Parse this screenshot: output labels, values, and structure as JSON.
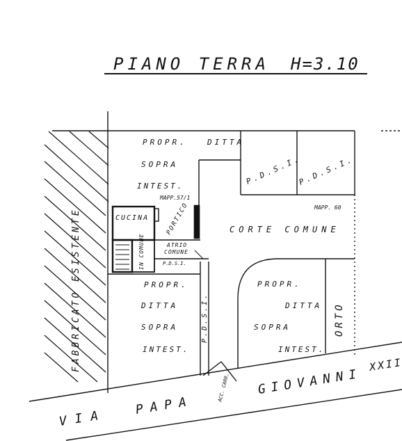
{
  "title": "PIANO TERRA",
  "height_label": "H=3.10",
  "labels": {
    "propr_top": "PROPR.",
    "ditta_top": "DITTA",
    "sopra_top": "SOPRA",
    "intest_top": "INTEST.",
    "pdsi_1": "P.D.S.I.",
    "pdsi_2": "P.D.S.I.",
    "mapp_57": "MAPP.57/1",
    "mapp_60": "MAPP. 60",
    "cucina": "CUCINA",
    "portico": "PORTICO",
    "corte_comune": "CORTE COMUNE",
    "atrio": "ATRIO",
    "comune": "COMUNE",
    "in_comune": "IN COMUNE",
    "pdsi_under": "P.D.S.I.",
    "propr_left": "PROPR.",
    "ditta_left": "DITTA",
    "sopra_left": "SOPRA",
    "intest_left": "INTEST.",
    "pdsi_vertical": "P.D.S.I.",
    "propr_right": "PROPR.",
    "ditta_right": "DITTA",
    "sopra_right": "SOPRA",
    "intest_right": "INTEST.",
    "orto": "ORTO",
    "fabbricato": "FABBRICATO ESISTENTE",
    "acc_carr": "ACC. CARR.",
    "via": "VIA",
    "papa": "PAPA",
    "giovanni": "GIOVANNI",
    "xxiii": "XXII"
  }
}
